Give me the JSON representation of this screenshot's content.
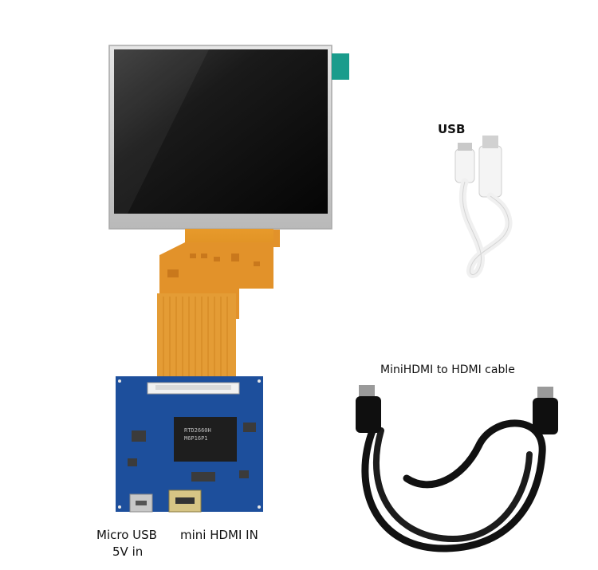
{
  "labels": {
    "usb": "USB",
    "hdmi_cable": "MiniHDMI to HDMI cable",
    "micro_usb": "Micro USB",
    "power": "5V  in",
    "mini_hdmi": "mini HDMI IN"
  },
  "chip": {
    "line1": "RTD2660H",
    "line2": "M6P16P1"
  },
  "colors": {
    "pcb_blue": "#1d4f9c",
    "fpc_orange": "#e49a2e",
    "screen_black": "#111111",
    "cable_white": "#f4f4f4",
    "cable_black": "#101010"
  }
}
